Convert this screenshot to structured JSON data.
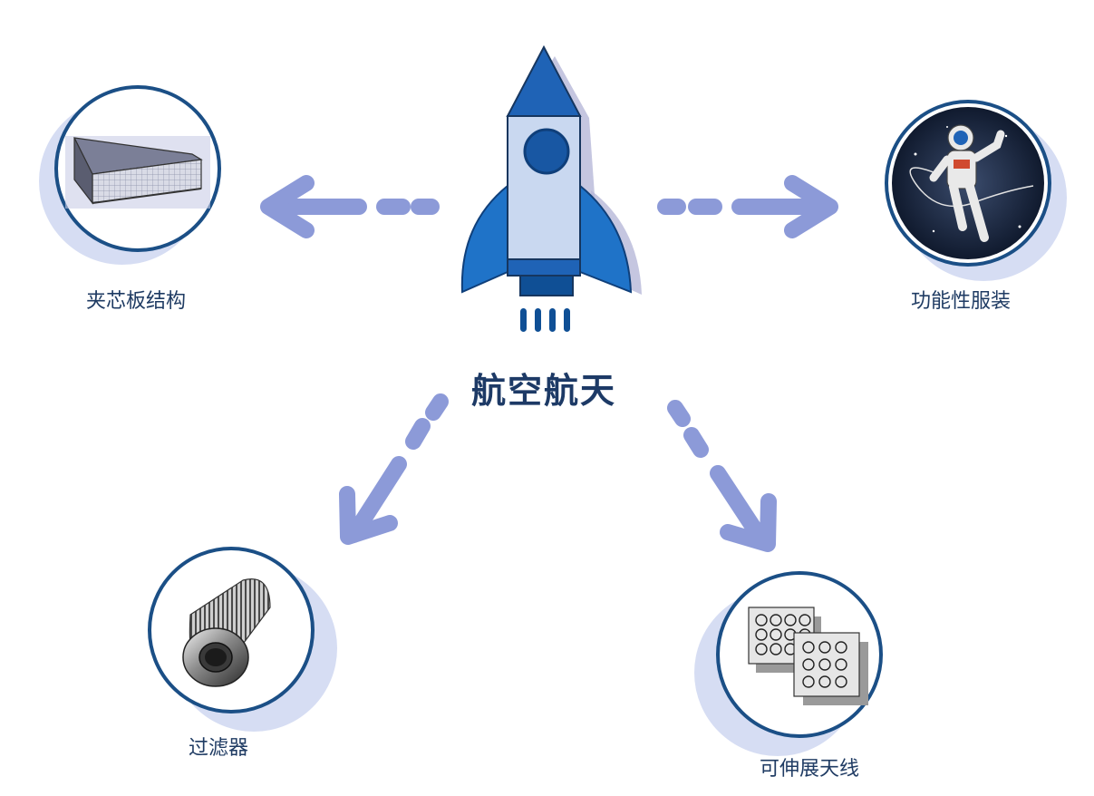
{
  "center": {
    "title": "航空航天"
  },
  "nodes": [
    {
      "label": "夹芯板结构",
      "icon": "sandwich-panel-icon"
    },
    {
      "label": "功能性服装",
      "icon": "astronaut-icon"
    },
    {
      "label": "过滤器",
      "icon": "filter-cylinder-icon"
    },
    {
      "label": "可伸展天线",
      "icon": "expandable-antenna-icon"
    }
  ],
  "colors": {
    "arrow": "#8c9ad8",
    "ring": "#1b4f86",
    "shadow": "#d6ddf3",
    "rocket_body": "#c9d8f0",
    "rocket_blue": "#1f63b6",
    "rocket_dark": "#0f4f95"
  }
}
